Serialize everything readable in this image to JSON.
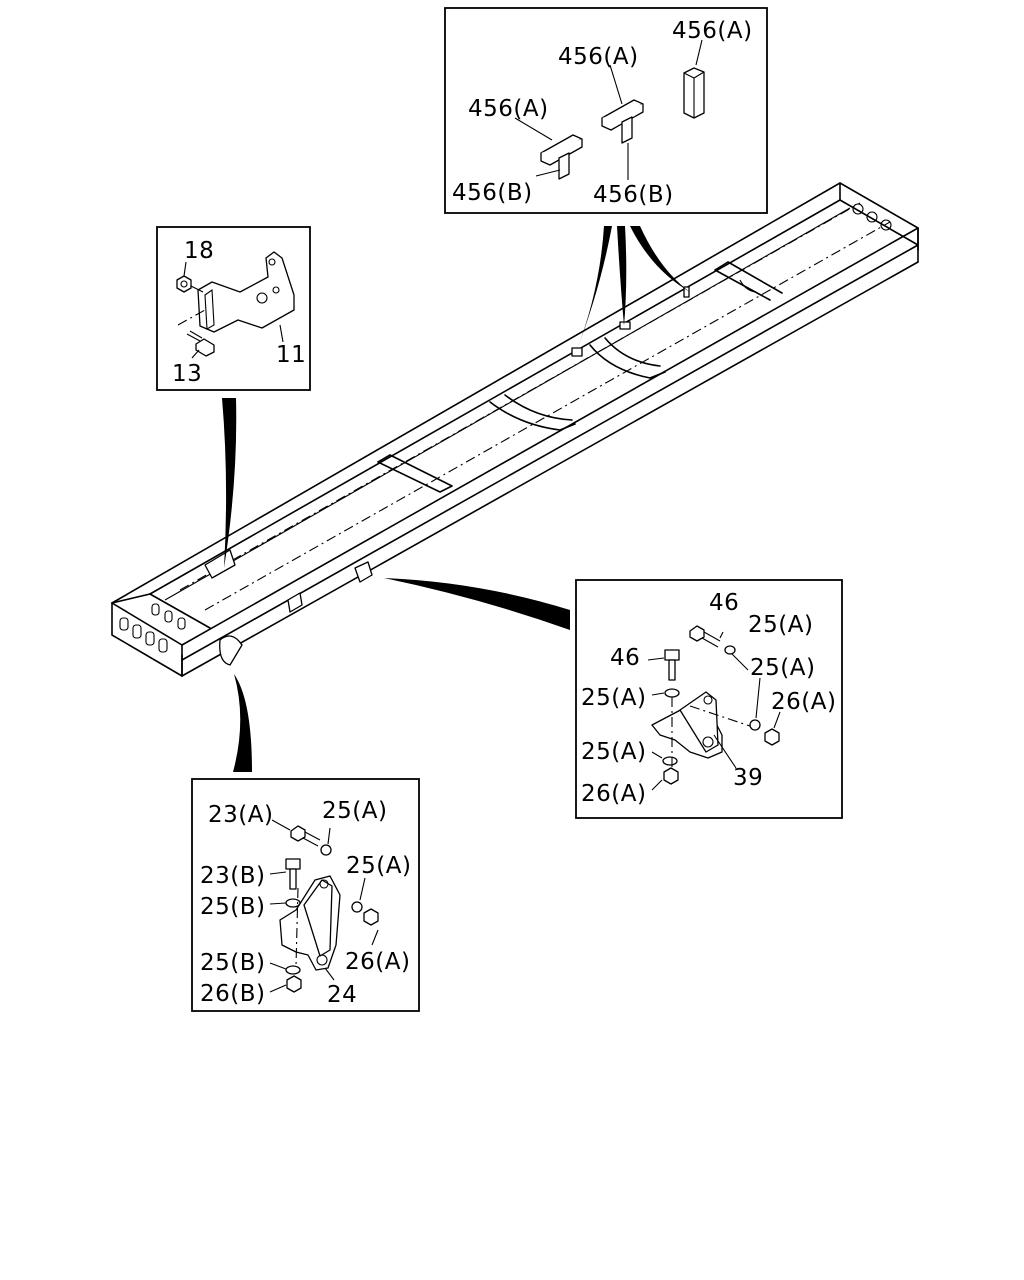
{
  "labels": {
    "tr_456a_1": "456(A)",
    "tr_456a_2": "456(A)",
    "tr_456a_3": "456(A)",
    "tr_456b_1": "456(B)",
    "tr_456b_2": "456(B)",
    "tl_18": "18",
    "tl_13": "13",
    "tl_11": "11",
    "mr_46_1": "46",
    "mr_46_2": "46",
    "mr_25a_1": "25(A)",
    "mr_25a_2": "25(A)",
    "mr_25a_3": "25(A)",
    "mr_25a_4": "25(A)",
    "mr_26a_1": "26(A)",
    "mr_26a_2": "26(A)",
    "mr_39": "39",
    "bl_23a": "23(A)",
    "bl_23b": "23(B)",
    "bl_25a_1": "25(A)",
    "bl_25a_2": "25(A)",
    "bl_25b_1": "25(B)",
    "bl_25b_2": "25(B)",
    "bl_26a": "26(A)",
    "bl_26b": "26(B)",
    "bl_24": "24"
  }
}
